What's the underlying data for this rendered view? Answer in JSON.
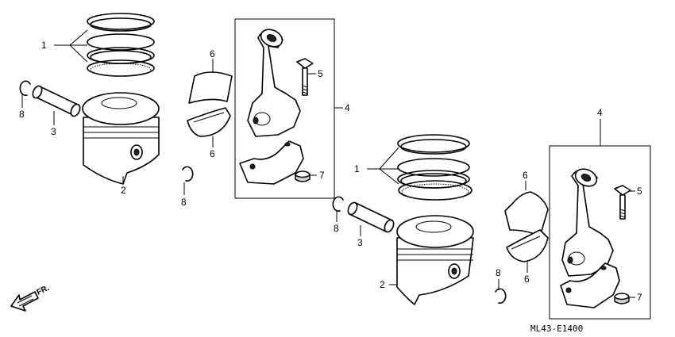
{
  "diagram": {
    "callouts": {
      "piston_rings": "1",
      "piston": "2",
      "piston_pin": "3",
      "connecting_rod_assy": "4",
      "rod_bolt": "5",
      "bearing": "6",
      "nut": "7",
      "pin_clip": "8"
    },
    "front_marker": "FR.",
    "diagram_code": "ML43-E1400"
  }
}
